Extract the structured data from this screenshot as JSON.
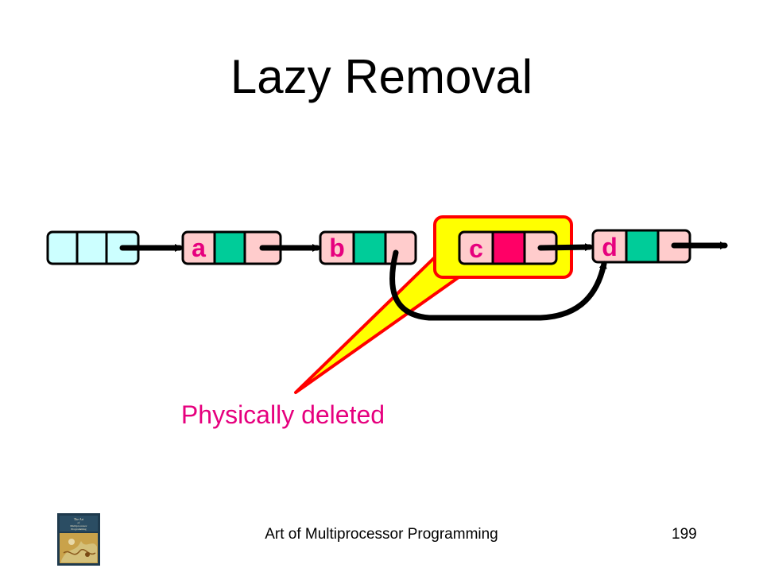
{
  "slide": {
    "title": "Lazy Removal",
    "footer": "Art of Multiprocessor Programming",
    "page_number": "199"
  },
  "nodes": [
    {
      "id": "head",
      "label": ""
    },
    {
      "id": "a",
      "label": "a",
      "mark": "unmarked"
    },
    {
      "id": "b",
      "label": "b",
      "mark": "unmarked"
    },
    {
      "id": "c",
      "label": "c",
      "mark": "marked"
    },
    {
      "id": "d",
      "label": "d",
      "mark": "unmarked"
    }
  ],
  "callout": {
    "text": "Physically deleted"
  },
  "colors": {
    "head_fill": "#ccffff",
    "node_fill": "#ffcccc",
    "unmarked_bit": "#00cc99",
    "marked_bit": "#ff0066",
    "highlight_fill": "#ffff00",
    "highlight_border": "#ff0000",
    "callout_text": "#e6007e",
    "arrow": "#000000"
  },
  "book_cover": {
    "title_line1": "The Art",
    "title_line2": "of",
    "title_line3": "Multiprocessor",
    "title_line4": "Programming"
  }
}
